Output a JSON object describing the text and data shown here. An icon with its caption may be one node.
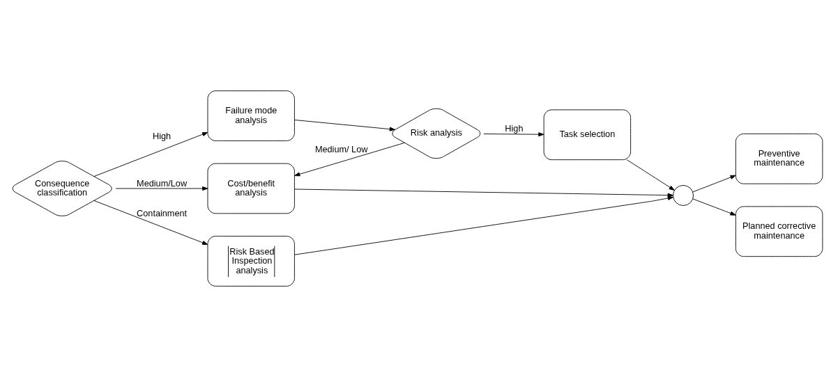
{
  "diagram": {
    "nodes": [
      {
        "text": [
          "Consequence classification"
        ]
      },
      {
        "text": [
          "Failure mode analysis"
        ]
      },
      {
        "text": [
          "Risk analysis"
        ]
      },
      {
        "text": [
          "Task selection"
        ]
      },
      {
        "text": [
          "Cost/benefit analysis"
        ]
      },
      {
        "text": [
          "Risk Based Inspection analysis"
        ]
      },
      {
        "text": [],
        "shape": "circle"
      },
      {
        "text": [
          "Preventive maintenance"
        ]
      },
      {
        "text": [
          "Planned corrective maintenance"
        ]
      }
    ],
    "edges": [
      {
        "from": 0,
        "to": 1,
        "arrow": "to",
        "label": "High"
      },
      {
        "from": 1,
        "to": 2,
        "arrow": "to"
      },
      {
        "from": 2,
        "to": 3,
        "arrow": "to",
        "label": "High"
      },
      {
        "from": 2,
        "to": 4,
        "arrow": "to",
        "label": "Medium/ Low"
      },
      {
        "from": 0,
        "to": 4,
        "arrow": "to",
        "label": "Medium/Low"
      },
      {
        "from": 0,
        "to": 5,
        "arrow": "to",
        "label": "Containment"
      },
      {
        "from": 3,
        "to": 6,
        "arrow": "to"
      },
      {
        "from": 4,
        "to": 6,
        "arrow": "to"
      },
      {
        "from": 5,
        "to": 6,
        "arrow": "to"
      },
      {
        "from": 6,
        "to": 7,
        "arrow": "to"
      },
      {
        "from": 6,
        "to": 8,
        "arrow": "to"
      }
    ]
  }
}
